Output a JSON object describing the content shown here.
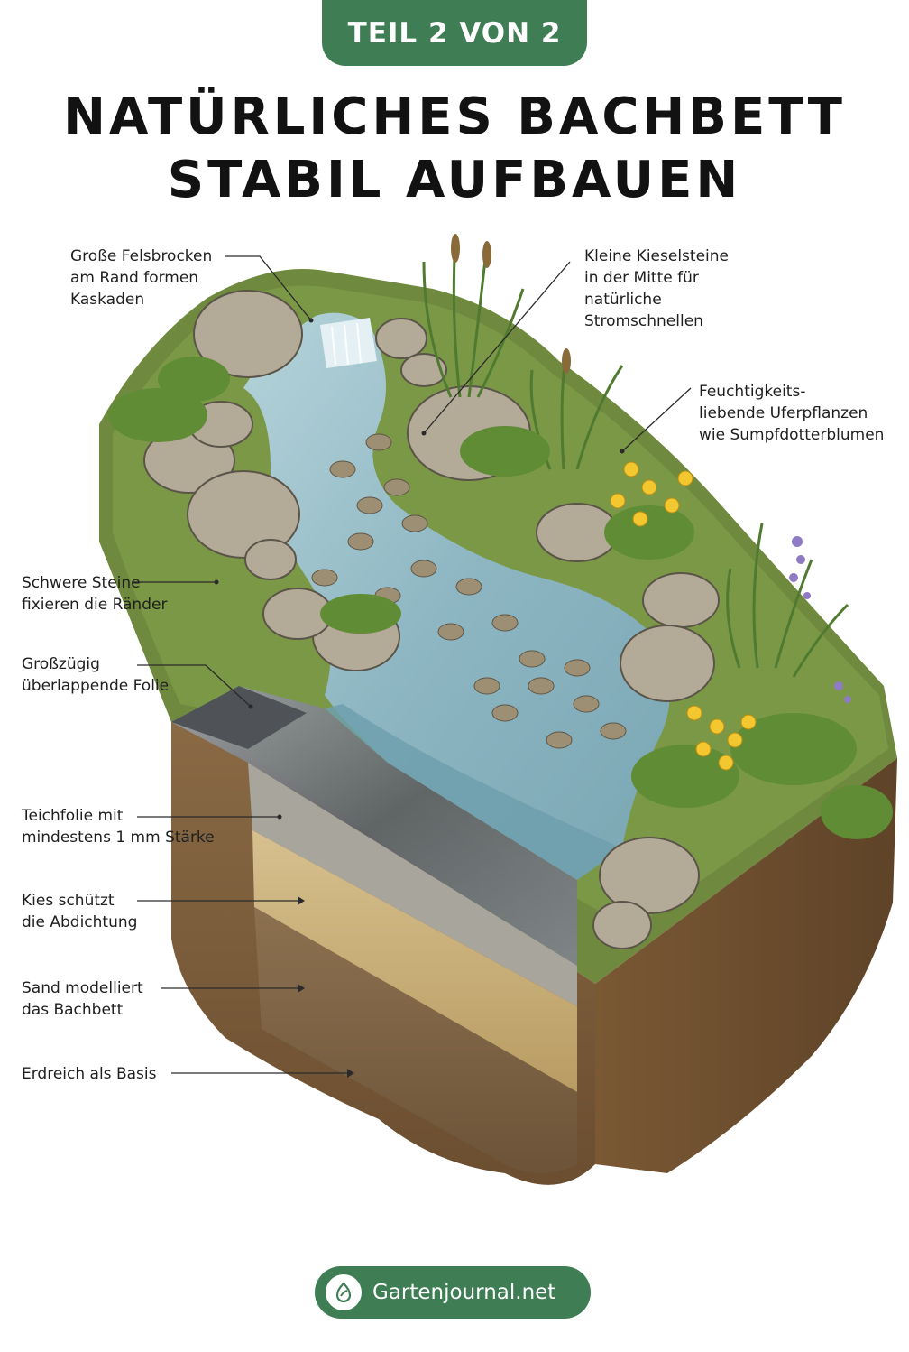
{
  "header": {
    "badge": "TEIL 2 VON 2",
    "title_line1": "NATÜRLICHES BACHBETT",
    "title_line2": "STABIL AUFBAUEN"
  },
  "labels": {
    "felsbrocken": "Große Felsbrocken\nam Rand formen\nKaskaden",
    "kiesel": "Kleine Kieselsteine\nin der Mitte für\nnatürliche\nStromschnellen",
    "uferpflanzen": "Feuchtigkeits-\nliebende Uferpflanzen\nwie Sumpfdotterblumen",
    "steine": "Schwere Steine\nfixieren die Ränder",
    "folie_ueberlappend": "Großzügig\nüberlappende Folie",
    "teichfolie": "Teichfolie mit\nmindestens 1 mm Stärke",
    "kies": "Kies schützt\ndie Abdichtung",
    "sand": "Sand modelliert\ndas Bachbett",
    "erdreich": "Erdreich als Basis"
  },
  "footer": {
    "brand": "Gartenjournal.net",
    "logo_icon": "leaf-drop-icon"
  },
  "colors": {
    "brand_green": "#3f7d55",
    "water": "#8fb8c4",
    "soil": "#7a5a3a",
    "sand": "#c9b07a",
    "gravel": "#a8a59c",
    "liner": "#6b6e72",
    "flower": "#f2c730"
  }
}
